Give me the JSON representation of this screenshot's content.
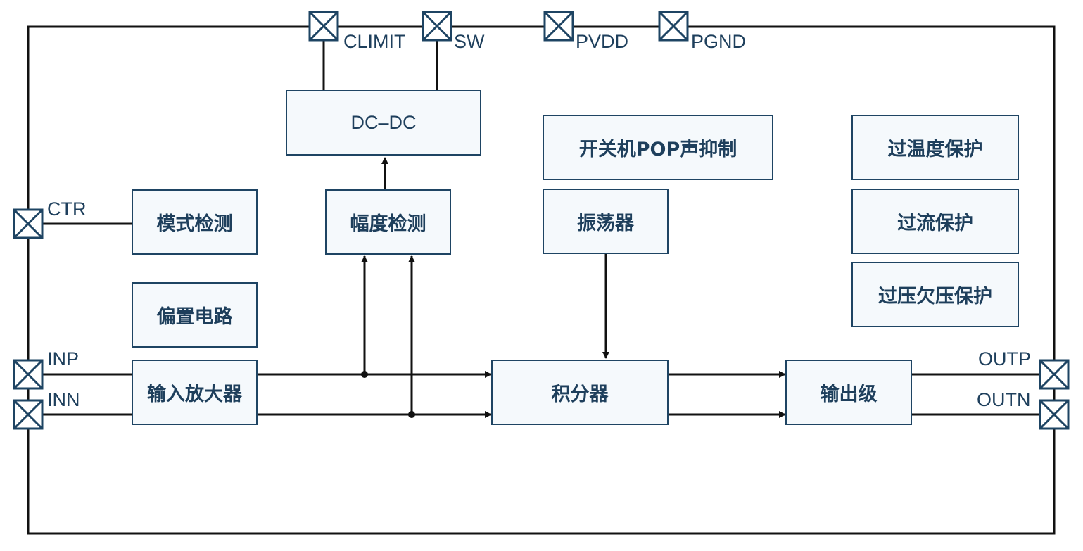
{
  "blocks": {
    "dcdc": "DC–DC",
    "pop": "开关机POP声抑制",
    "overtemp": "过温度保护",
    "overcurrent": "过流保护",
    "overunder_voltage": "过压欠压保护",
    "mode_detect": "模式检测",
    "amp_detect": "幅度检测",
    "oscillator": "振荡器",
    "bias": "偏置电路",
    "input_amp": "输入放大器",
    "integrator": "积分器",
    "output_stage": "输出级"
  },
  "pins": {
    "climit": "CLIMIT",
    "sw": "SW",
    "pvdd": "PVDD",
    "pgnd": "PGND",
    "ctr": "CTR",
    "inp": "INP",
    "inn": "INN",
    "outp": "OUTP",
    "outn": "OUTN"
  },
  "colors": {
    "outline": "#111111",
    "block_border": "#1e4463",
    "block_fill": "#f5f9fc",
    "text": "#1e3f5c"
  }
}
